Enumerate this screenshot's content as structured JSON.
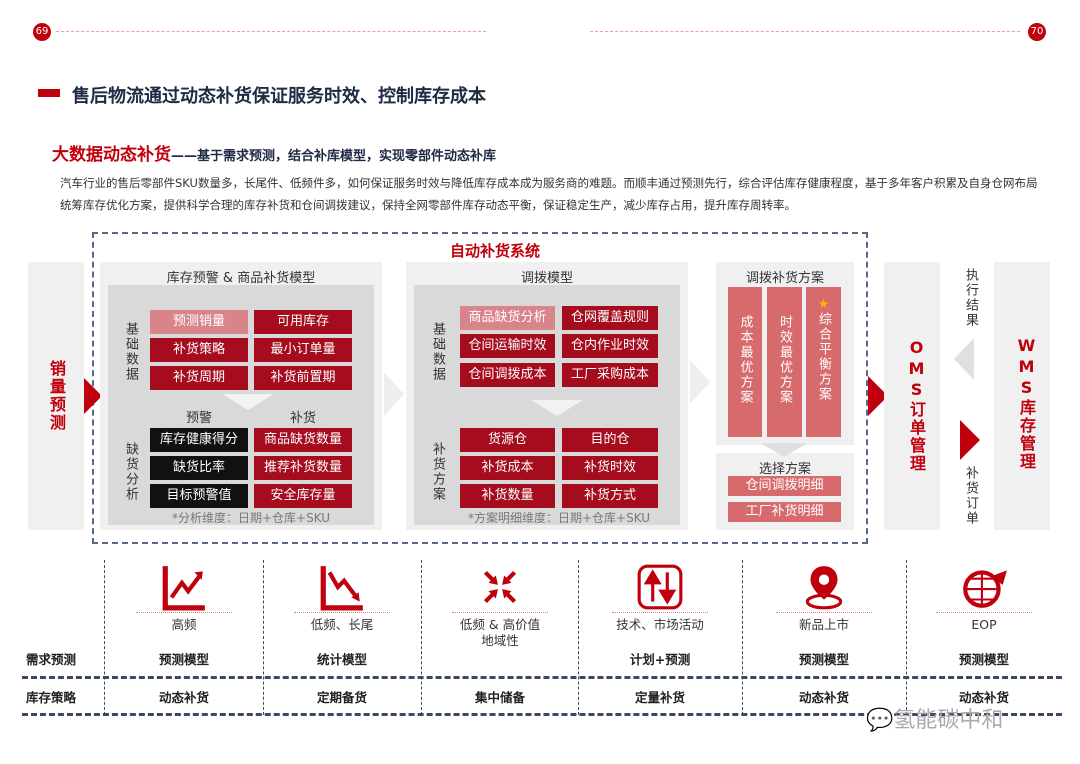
{
  "page": {
    "left_number": "69",
    "right_number": "70",
    "title": "售后物流通过动态补货保证服务时效、控制库存成本"
  },
  "section": {
    "heading_red": "大数据动态补货",
    "heading_rest": "——基于需求预测，结合补库模型，实现零部件动态补库",
    "paragraph": "汽车行业的售后零部件SKU数量多，长尾件、低频件多，如何保证服务时效与降低库存成本成为服务商的难题。而顺丰通过预测先行，综合评估库存健康程度，基于多年客户积累及自身仓网布局统筹库存优化方案，提供科学合理的库存补货和仓间调拨建议，保持全网零部件库存动态平衡，保证稳定生产，减少库存占用，提升库存周转率。"
  },
  "diagram": {
    "system_title": "自动补货系统",
    "left_label": "销量预测",
    "panel1": {
      "header": "库存预警 & 商品补货模型",
      "basic_label": "基础数据",
      "basic": [
        "预测销量",
        "可用库存",
        "补货策略",
        "最小订单量",
        "补货周期",
        "补货前置期"
      ],
      "warn": "预警",
      "replenish": "补货",
      "shortage_label": "缺货分析",
      "shortage": [
        "库存健康得分",
        "商品缺货数量",
        "缺货比率",
        "推荐补货数量",
        "目标预警值",
        "安全库存量"
      ],
      "footer": "*分析维度：日期+仓库+SKU"
    },
    "panel2": {
      "header": "调拨模型",
      "basic_label": "基础数据",
      "basic": [
        "商品缺货分析",
        "仓网覆盖规则",
        "仓间运输时效",
        "仓内作业时效",
        "仓间调拨成本",
        "工厂采购成本"
      ],
      "plan_label": "补货方案",
      "plan": [
        "货源仓",
        "目的仓",
        "补货成本",
        "补货时效",
        "补货数量",
        "补货方式"
      ],
      "footer": "*方案明细维度：日期+仓库+SKU"
    },
    "panel3": {
      "header": "调拨补货方案",
      "options": [
        "成本最优方案",
        "时效最优方案",
        "综合平衡方案"
      ],
      "select_header": "选择方案",
      "selected": [
        "仓间调拨明细",
        "工厂补货明细"
      ]
    },
    "oms": "OMS订单管理",
    "wms": "WMS库存管理",
    "exec_result": "执行结果",
    "replenish_order": "补货订单"
  },
  "table": {
    "row_labels": [
      "需求预测",
      "库存策略"
    ],
    "columns": [
      {
        "icon": "trend-up-icon",
        "label": "高频",
        "forecast": "预测模型",
        "strategy": "动态补货"
      },
      {
        "icon": "trend-down-icon",
        "label": "低频、长尾",
        "forecast": "统计模型",
        "strategy": "定期备货"
      },
      {
        "icon": "converge-arrows-icon",
        "label": "低频 & 高价值\n地域性",
        "forecast": "",
        "strategy": "集中储备"
      },
      {
        "icon": "up-down-arrows-icon",
        "label": "技术、市场活动",
        "forecast": "计划+预测",
        "strategy": "定量补货"
      },
      {
        "icon": "location-pin-icon",
        "label": "新品上市",
        "forecast": "预测模型",
        "strategy": "动态补货"
      },
      {
        "icon": "globe-plane-icon",
        "label": "EOP",
        "forecast": "预测模型",
        "strategy": "动态补货"
      }
    ]
  },
  "watermark": "氢能碳中和",
  "colors": {
    "red": "#c0000c",
    "dark_red": "#a50d1f",
    "navy": "#1f2a44"
  }
}
